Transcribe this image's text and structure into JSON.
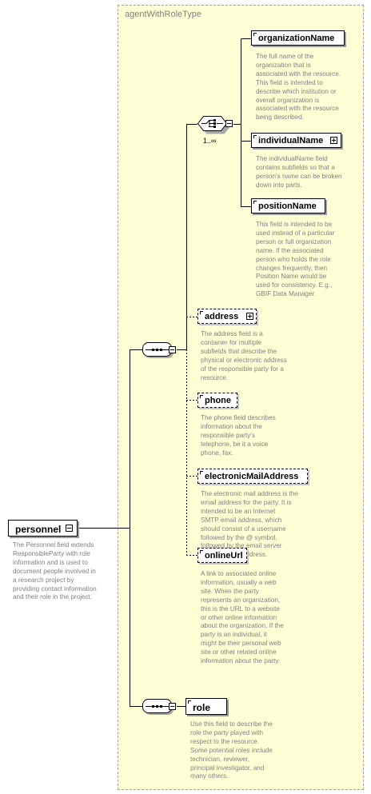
{
  "diagram": {
    "type_name": "agentWithRoleType",
    "root": {
      "name": "personnel",
      "doc": "The Personnel field extends\nResponsibleParty with role\ninformation and is used to\ndocument people involved in\na research project by\nproviding contact information\nand their role in the project."
    },
    "choice": {
      "occurrence": "1..∞",
      "elements": [
        {
          "name": "organizationName",
          "doc": "The full name of the\norganization that is\nassociated with the resource.\nThis field is intended to\ndescribe which institution or\noverall organization is\nassociated with the resource\nbeing described."
        },
        {
          "name": "individualName",
          "doc": "The individualName field\ncontains subfields so that a\nperson's name can be broken\ndown into parts."
        },
        {
          "name": "positionName",
          "doc": "This field is intended to be\nused instead of a particular\nperson or full organization\nname. If the associated\nperson who holds the role\nchanges frequently, then\nPosition Name would be\nused for consistency. E.g.,\nGBIF Data Manager."
        }
      ]
    },
    "sequence_elements": [
      {
        "name": "address",
        "doc": "The address field is a\ncontainer for multiple\nsubfields that describe the\nphysical or electronic address\nof the responsible party for a\nresource."
      },
      {
        "name": "phone",
        "doc": "The phone field describes\ninformation about the\nresponsible party's\ntelephone, be it a voice\nphone, fax."
      },
      {
        "name": "electronicMailAddress",
        "doc": "The electronic mail address is the\nemail address for the party. It is\nintended to be an Internet\nSMTP email address, which\nshould consist of a username\nfollowed by the @ symbol,\nfollowed by the email server\ndomain name address."
      },
      {
        "name": "onlineUrl",
        "doc": "A link to associated online\ninformation, usually a web\nsite. When the party\nrepresents an organization,\nthis is the URL to a website\nor other online information\nabout the organization. If the\nparty is an individual, it\nmight be their personal web\nsite or other related online\ninformation about the party."
      }
    ],
    "role": {
      "name": "role",
      "doc": "Use this field to describe the\nrole the party played with\nrespect to the resource.\nSome potential roles include\ntechnician, reviewer,\nprincipal investigator, and\nmany others."
    },
    "colors": {
      "type_background": "#ffffd6",
      "doc_text": "#808080",
      "lines": "#000000"
    }
  }
}
